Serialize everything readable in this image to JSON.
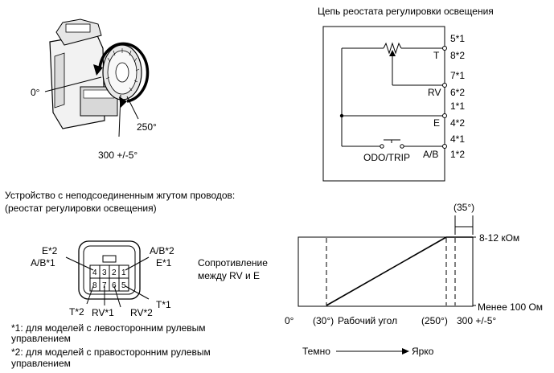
{
  "circuit": {
    "title": "Цепь реостата регулировки освещения",
    "pin_top_1": "5*1",
    "pin_top_2": "8*2",
    "pin_t": "T",
    "pin_rv_1": "7*1",
    "pin_rv_2": "6*2",
    "pin_rv": "RV",
    "pin_e_1": "1*1",
    "pin_e_2": "4*2",
    "pin_e": "E",
    "pin_ab_1": "4*1",
    "pin_ab_2": "1*2",
    "pin_ab": "A/B",
    "switch_label": "ODO/TRIP"
  },
  "component": {
    "angle_zero": "0°",
    "angle_250": "250°",
    "angle_300": "300 +/-5°"
  },
  "connector": {
    "heading_1": "Устройство с неподсоединенным жгутом проводов:",
    "heading_2": "(реостат регулировки освещения)",
    "label_e2": "E*2",
    "label_ab1": "A/B*1",
    "label_ab2": "A/B*2",
    "label_e1": "E*1",
    "label_t2": "T*2",
    "label_rv1": "RV*1",
    "label_rv2": "RV*2",
    "label_t1": "T*1",
    "pins_top": [
      "4",
      "3",
      "2",
      "1"
    ],
    "pins_bottom": [
      "8",
      "7",
      "6",
      "5"
    ]
  },
  "graph": {
    "ylabel_1": "Сопротивление",
    "ylabel_2": "между RV и E",
    "bracket_label": "(35°)",
    "high_label": "8-12 кОм",
    "low_label": "Менее 100 Ом",
    "tick_0": "0°",
    "tick_30": "(30°)",
    "working_angle": "Рабочий угол",
    "tick_250": "(250°)",
    "tick_300": "300 +/-5°",
    "dark": "Темно",
    "bright": "Ярко"
  },
  "notes": {
    "note1_line1": "*1: для моделей с левосторонним рулевым",
    "note1_line2": "управлением",
    "note2_line1": "*2: для моделей с правосторонним рулевым",
    "note2_line2": "управлением"
  }
}
